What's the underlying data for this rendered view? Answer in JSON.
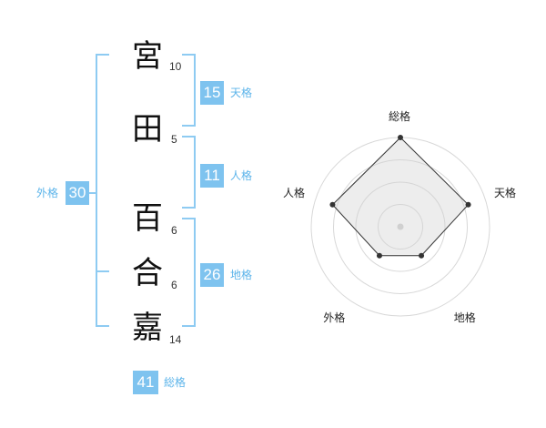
{
  "name_chars": [
    {
      "char": "宮",
      "strokes": "10"
    },
    {
      "char": "田",
      "strokes": "5"
    },
    {
      "char": "百",
      "strokes": "6"
    },
    {
      "char": "合",
      "strokes": "6"
    },
    {
      "char": "嘉",
      "strokes": "14"
    }
  ],
  "kaku": {
    "tenkaku": {
      "value": "15",
      "label": "天格"
    },
    "jinkaku": {
      "value": "11",
      "label": "人格"
    },
    "chikaku": {
      "value": "26",
      "label": "地格"
    },
    "gaikaku": {
      "value": "30",
      "label": "外格"
    },
    "soukaku": {
      "value": "41",
      "label": "総格"
    }
  },
  "colors": {
    "accent": "#7ec3ef",
    "bracket": "#8ecbf2",
    "label": "#5cb4ea"
  },
  "chart_data": {
    "type": "radar",
    "axes": [
      "総格",
      "天格",
      "地格",
      "外格",
      "人格"
    ],
    "values": [
      1.0,
      0.8,
      0.4,
      0.4,
      0.8
    ],
    "rings": 4
  }
}
